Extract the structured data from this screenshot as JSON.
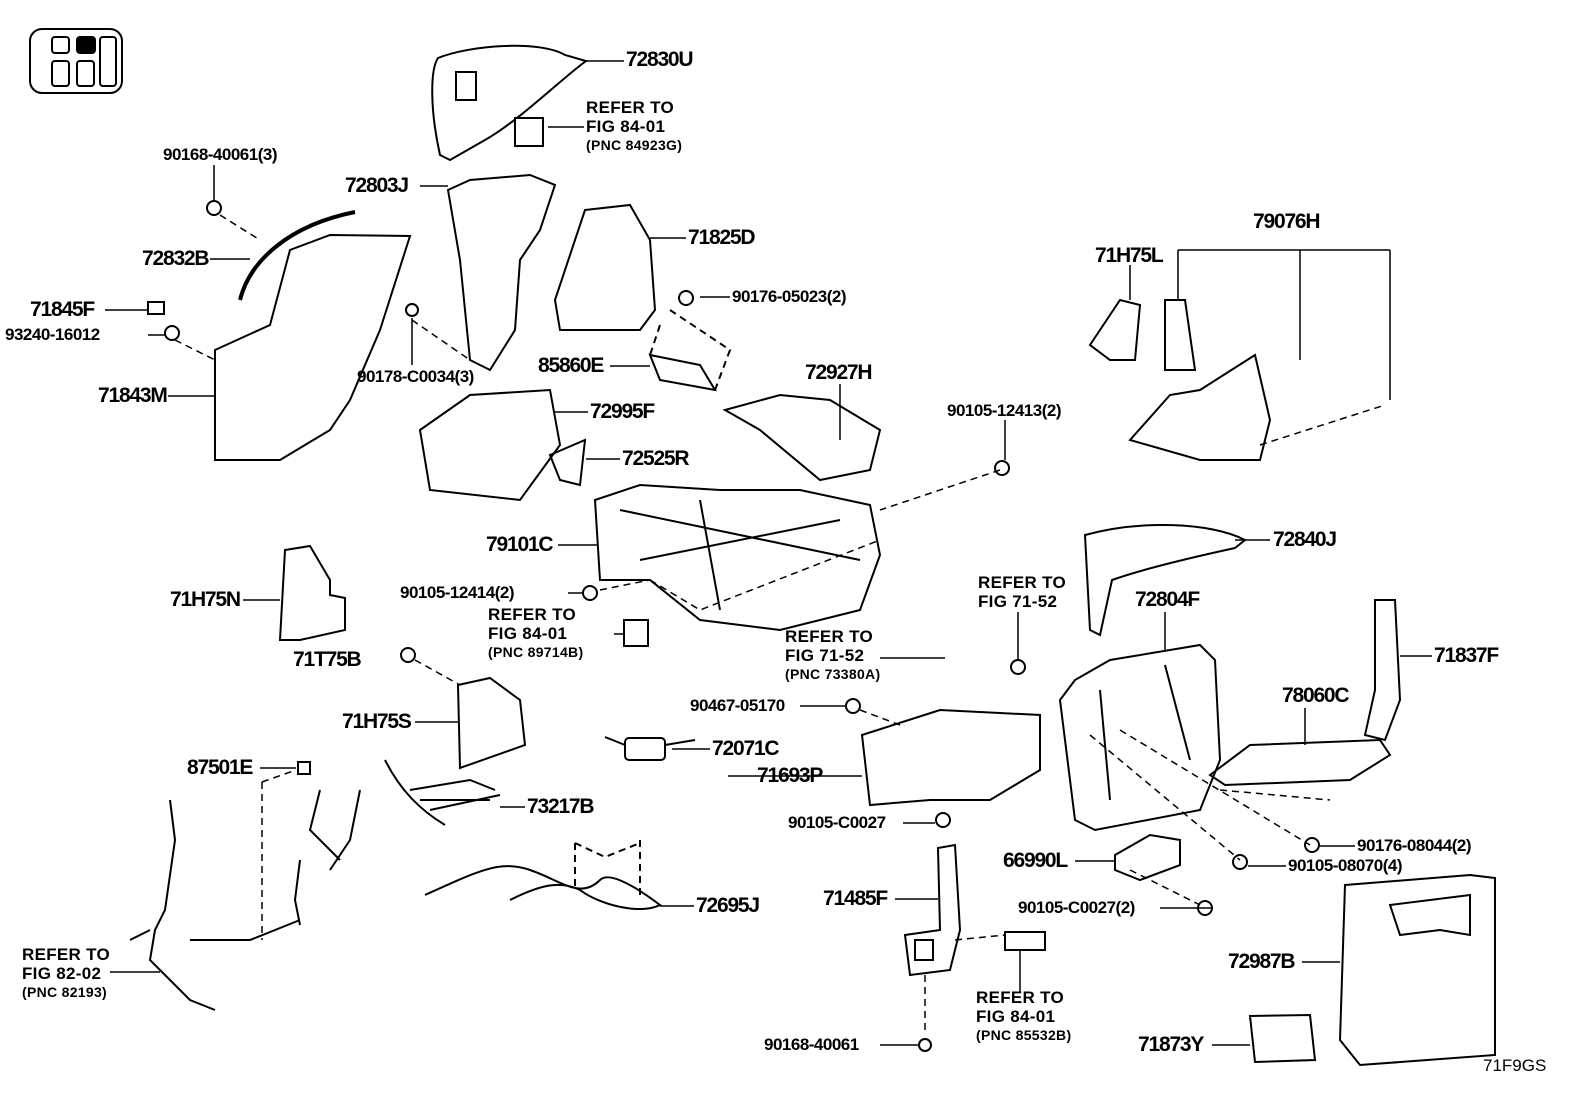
{
  "figure_code": "71F9GS",
  "parts": {
    "p72830U": "72830U",
    "p90168_40061_3": "90168-40061(3)",
    "p72803J": "72803J",
    "p71825D": "71825D",
    "p72832B": "72832B",
    "p79076H": "79076H",
    "p71H75L": "71H75L",
    "p71845F": "71845F",
    "p93240_16012": "93240-16012",
    "p90176_05023_2": "90176-05023(2)",
    "p90178_C0034_3": "90178-C0034(3)",
    "p85860E": "85860E",
    "p71843M": "71843M",
    "p72927H": "72927H",
    "p90105_12413_2": "90105-12413(2)",
    "p72995F": "72995F",
    "p72525R": "72525R",
    "p79101C": "79101C",
    "p72840J": "72840J",
    "p71H75N": "71H75N",
    "p90105_12414_2": "90105-12414(2)",
    "p72804F": "72804F",
    "p71837F": "71837F",
    "p71T75B": "71T75B",
    "p78060C": "78060C",
    "p90467_05170": "90467-05170",
    "p71H75S": "71H75S",
    "p72071C": "72071C",
    "p87501E": "87501E",
    "p71693P": "71693P",
    "p73217B": "73217B",
    "p90105_C0027": "90105-C0027",
    "p90176_08044_2": "90176-08044(2)",
    "p66990L": "66990L",
    "p90105_08070_4": "90105-08070(4)",
    "p72695J": "72695J",
    "p71485F": "71485F",
    "p90105_C0027_2": "90105-C0027(2)",
    "p72987B": "72987B",
    "p90168_40061": "90168-40061",
    "p71873Y": "71873Y"
  },
  "references": [
    {
      "line1": "REFER TO",
      "line2": "FIG 84-01",
      "pnc": "(PNC 84923G)"
    },
    {
      "line1": "REFER TO",
      "line2": "FIG 84-01",
      "pnc": "(PNC 89714B)"
    },
    {
      "line1": "REFER TO",
      "line2": "FIG 71-52",
      "pnc": ""
    },
    {
      "line1": "REFER TO",
      "line2": "FIG 71-52",
      "pnc": "(PNC 73380A)"
    },
    {
      "line1": "REFER TO",
      "line2": "FIG 82-02",
      "pnc": "(PNC 82193)"
    },
    {
      "line1": "REFER TO",
      "line2": "FIG 84-01",
      "pnc": "(PNC 85532B)"
    }
  ],
  "icons": {
    "locator": "vehicle-switch-panel-locator-icon"
  }
}
